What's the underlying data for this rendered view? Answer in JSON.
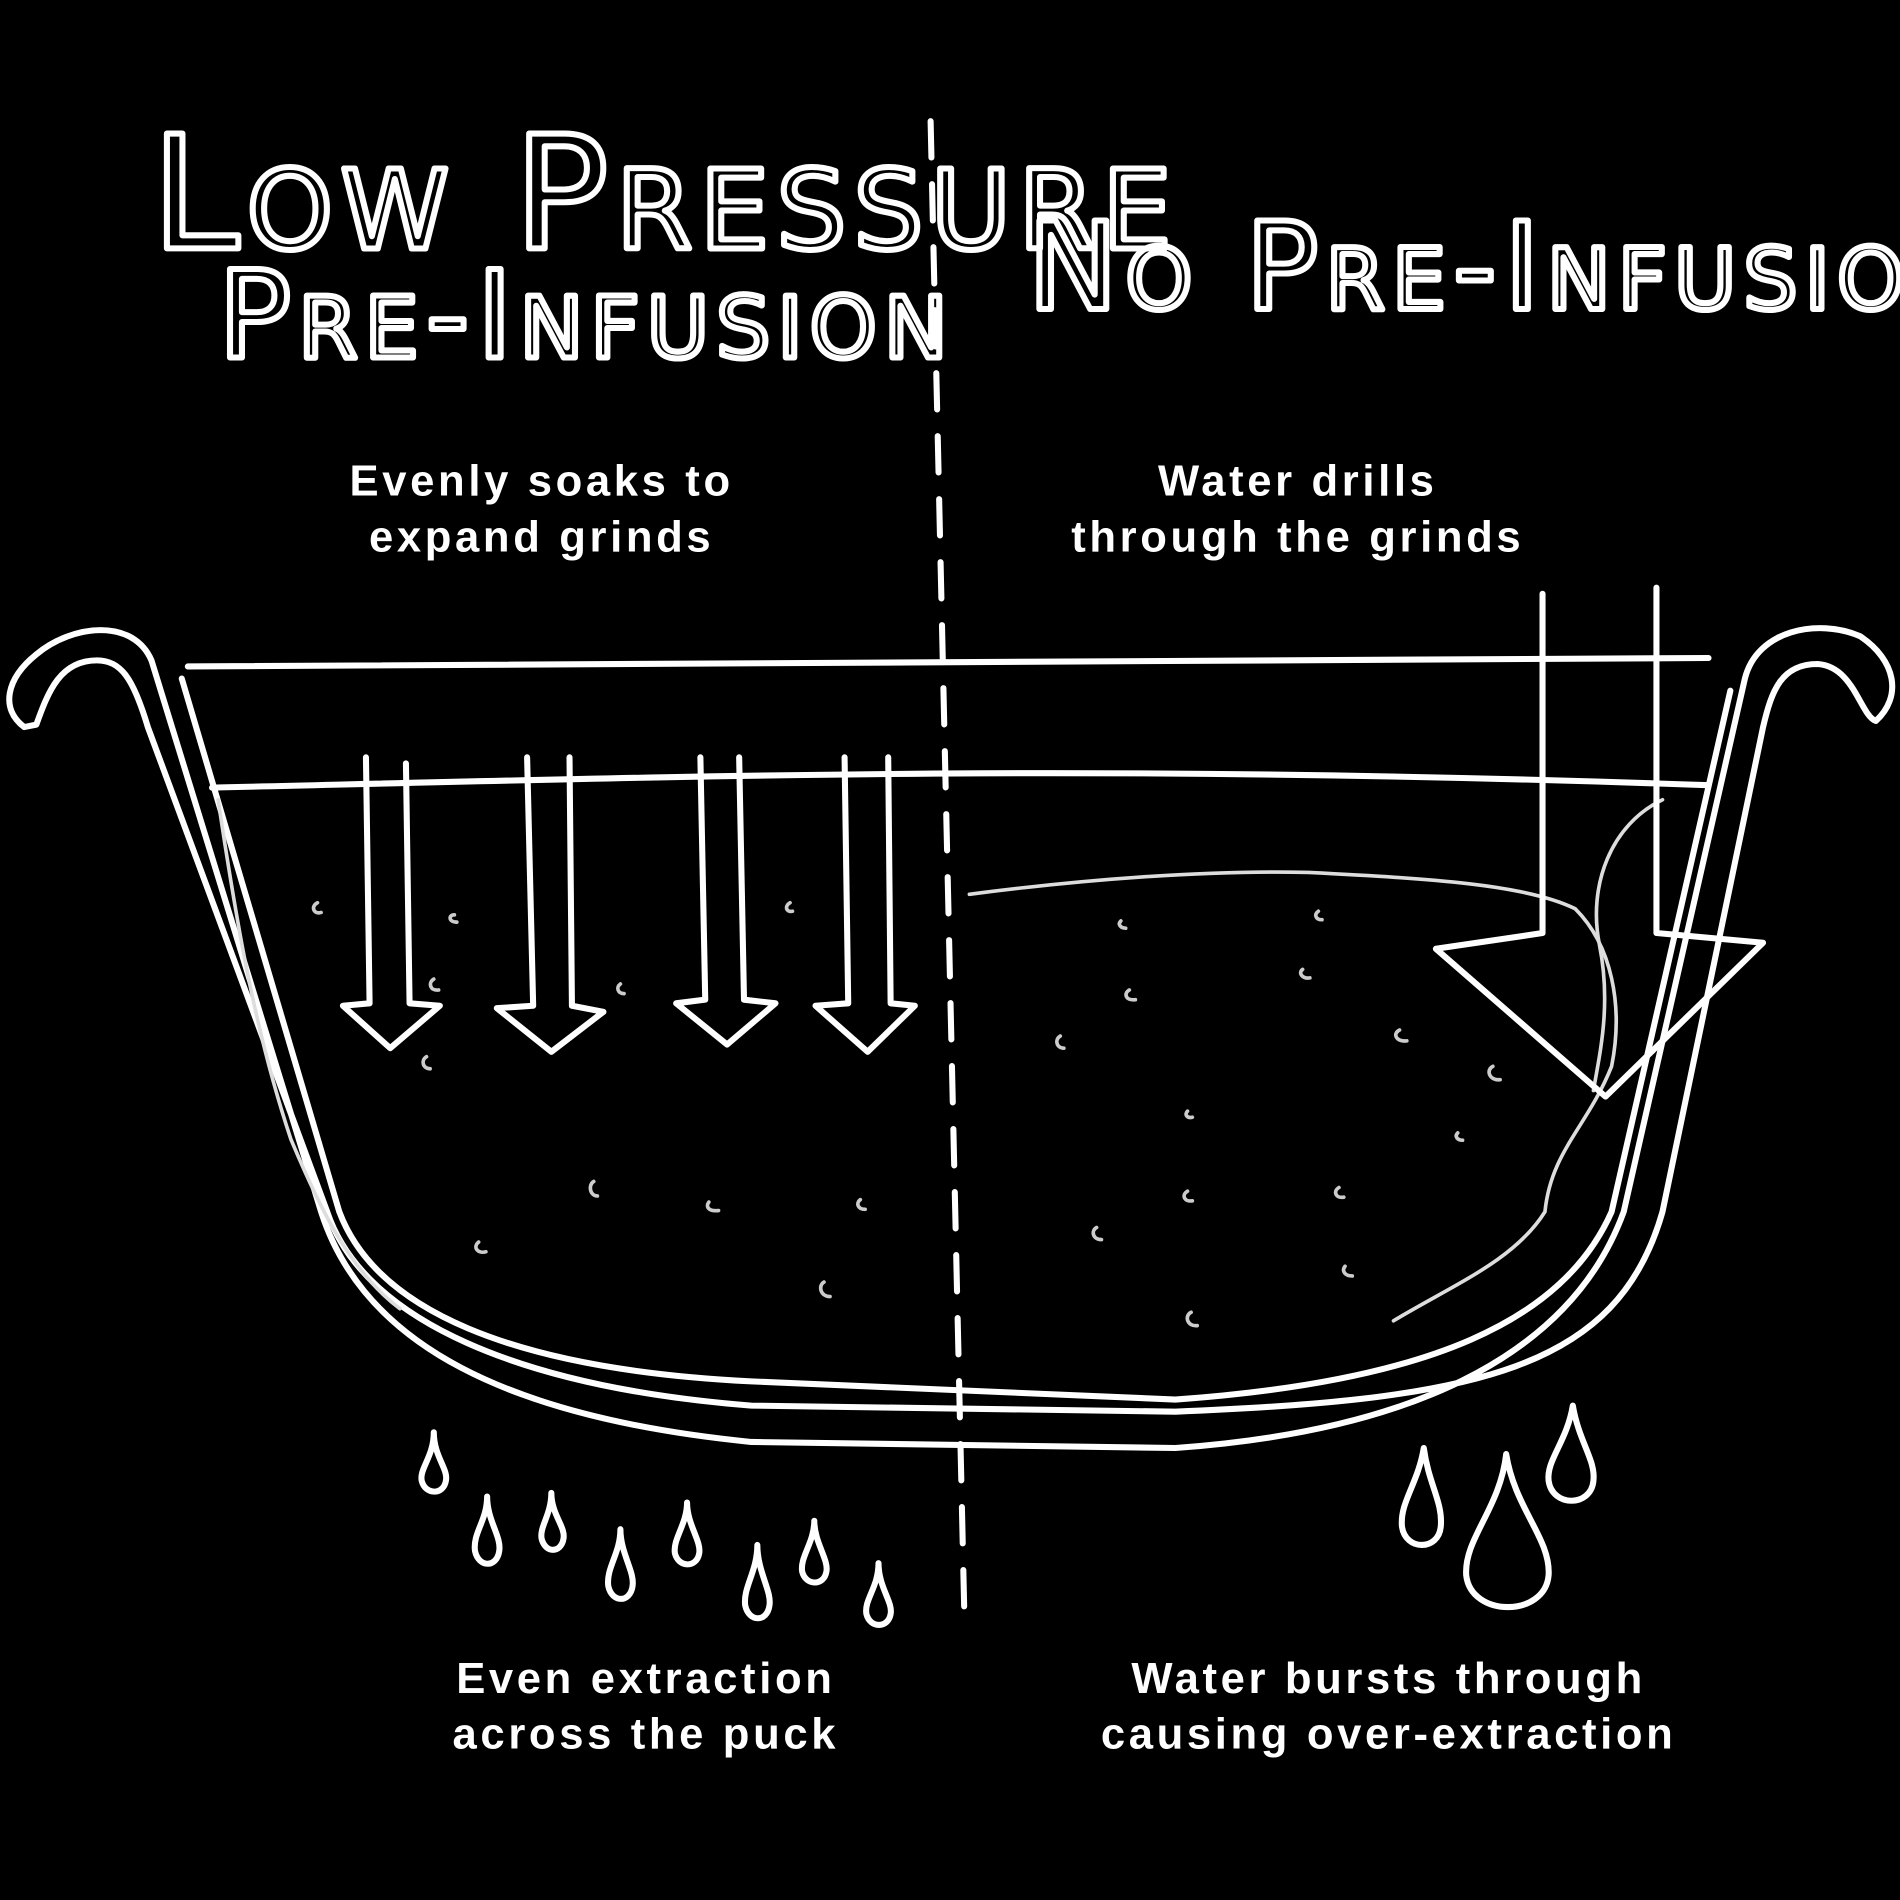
{
  "left": {
    "title_line1": "Low Pressure",
    "title_line2": "Pre-Infusion",
    "top_caption": [
      "Evenly soaks to",
      "expand grinds"
    ],
    "bottom_caption": [
      "Even extraction",
      "across the puck"
    ]
  },
  "right": {
    "title": "No Pre-Infusion",
    "top_caption": [
      "Water drills",
      "through the grinds"
    ],
    "bottom_caption": [
      "Water bursts through",
      "causing over-extraction"
    ]
  },
  "colors": {
    "background": "#000000",
    "ink": "#ffffff"
  }
}
